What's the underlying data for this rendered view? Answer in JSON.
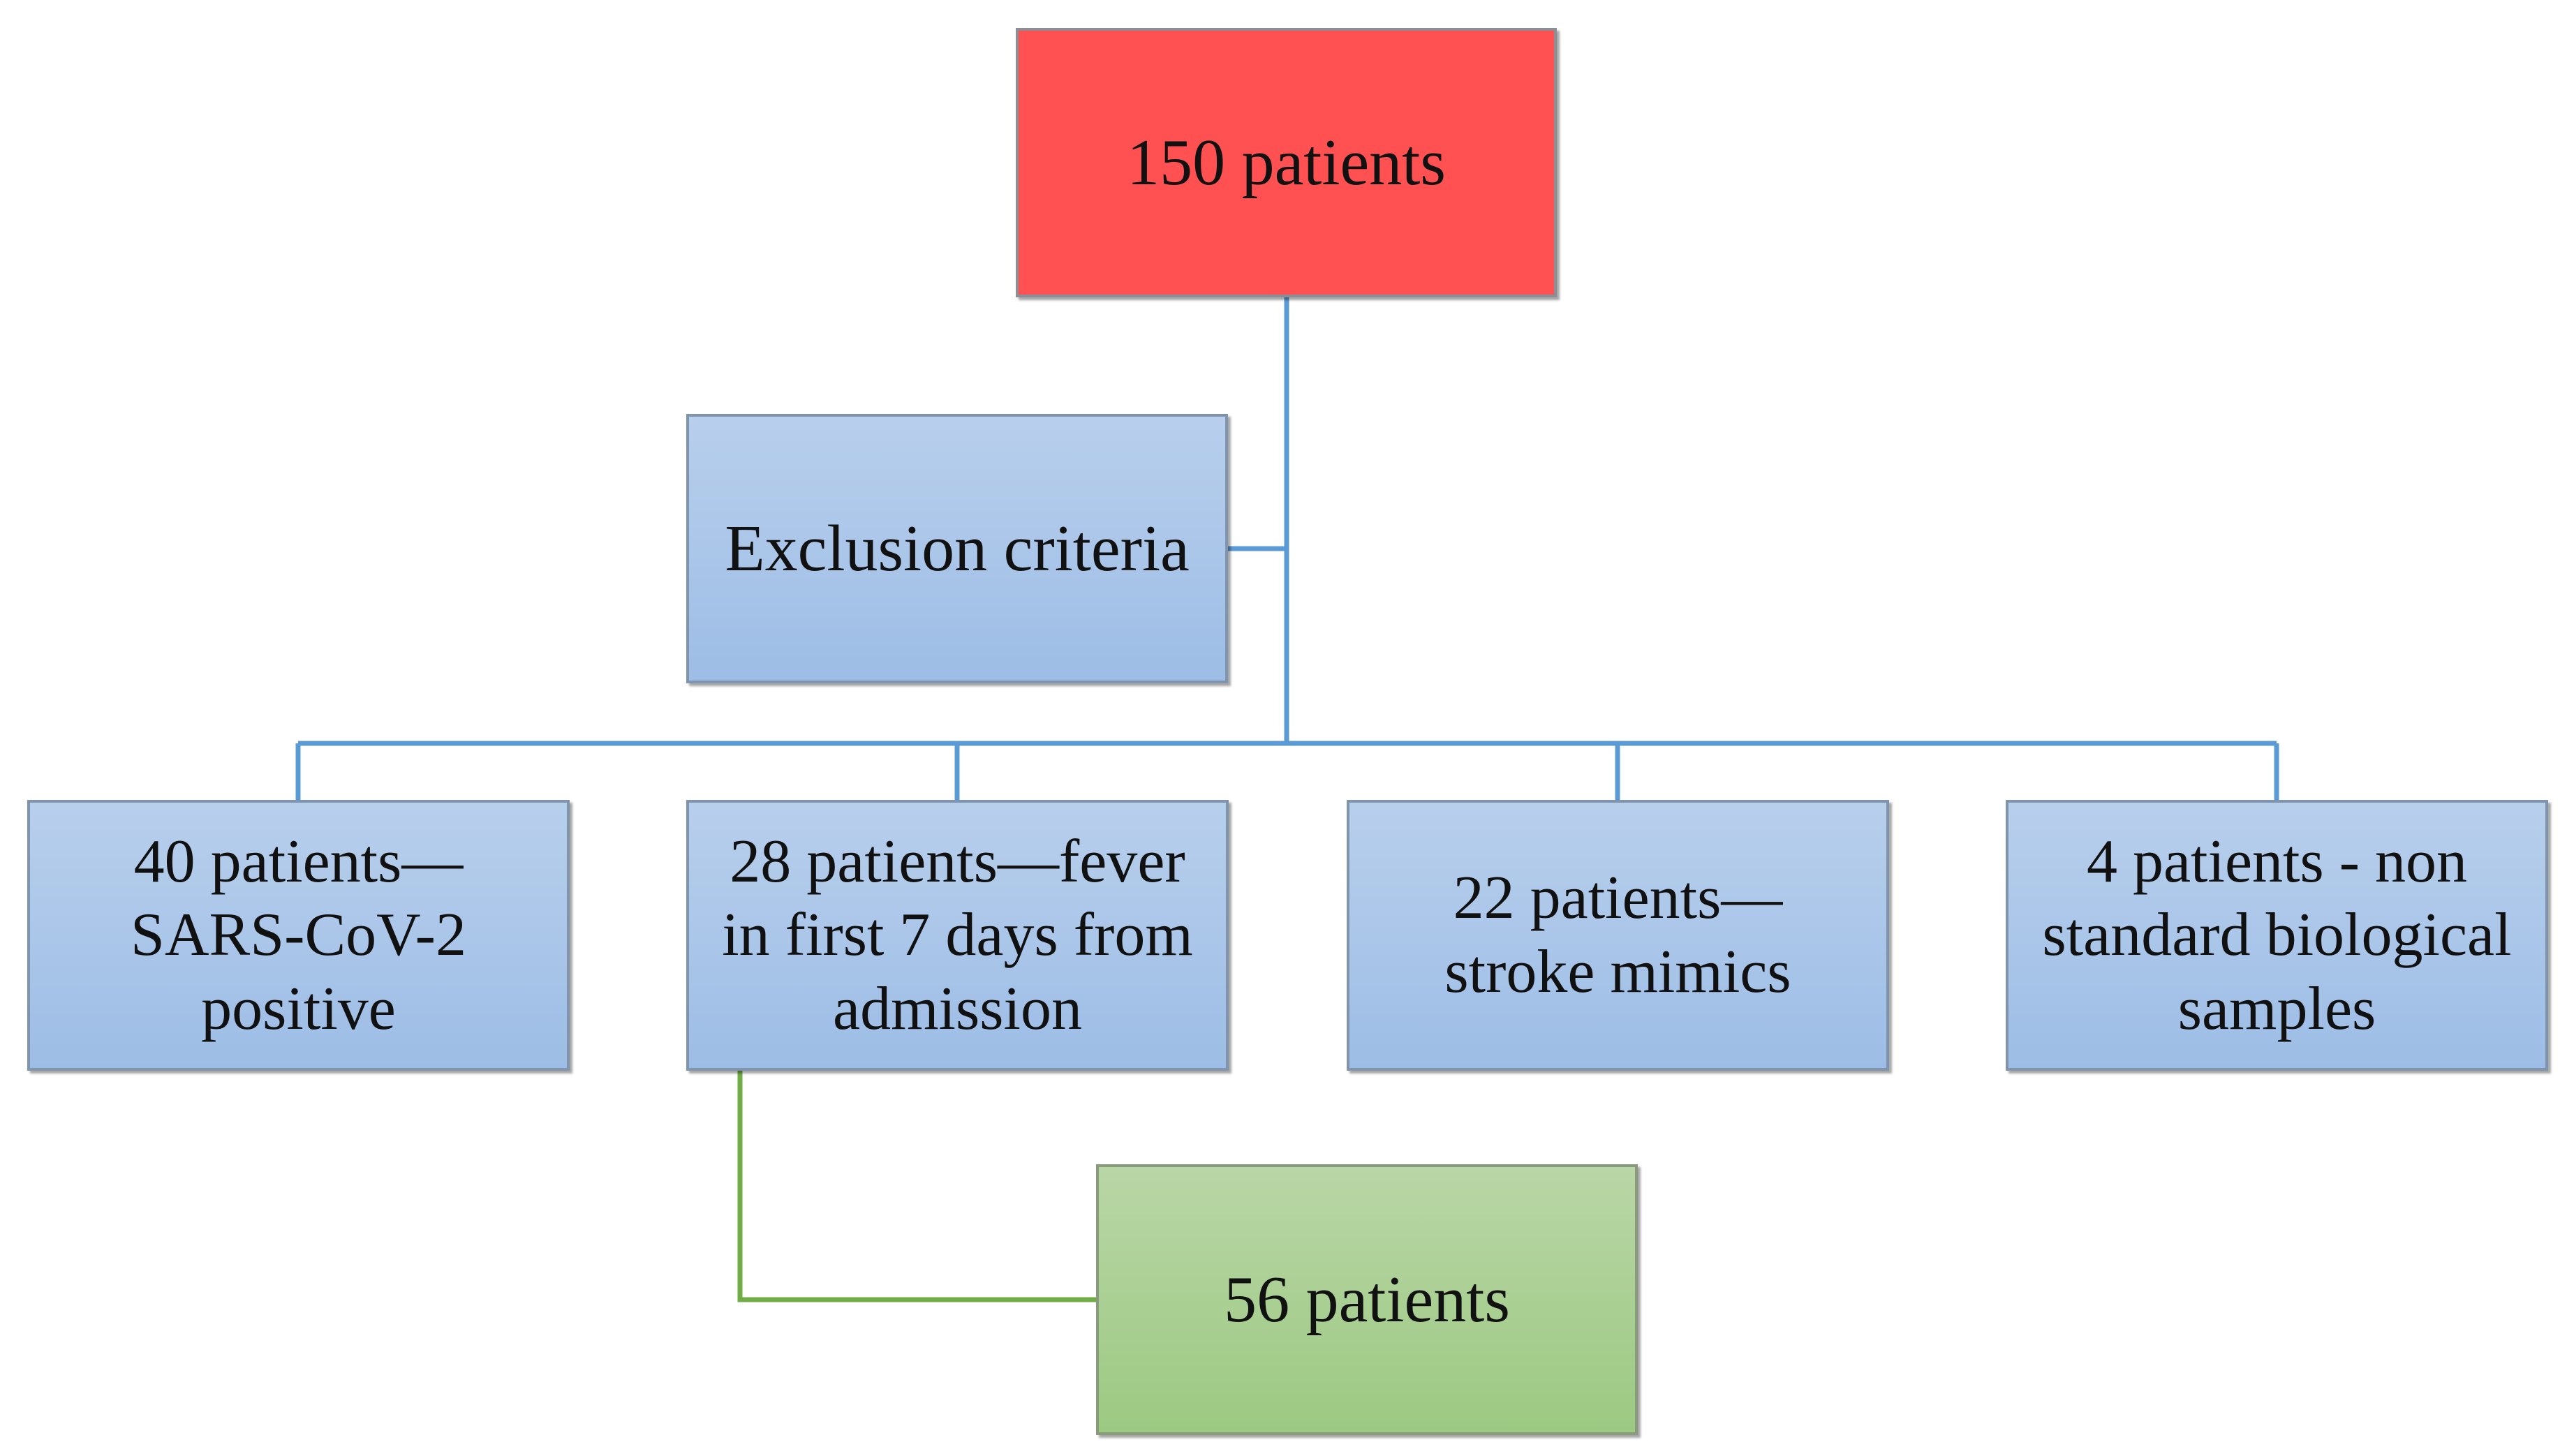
{
  "diagram": {
    "colors": {
      "top_fill": "#ff5151",
      "blue_fill": "#a9c6ea",
      "green_fill": "#a9cf8f",
      "blue_connector": "#5b9bd5",
      "green_connector": "#70ad47"
    },
    "top_node": {
      "lines": [
        "150 patients"
      ]
    },
    "exclusion_node": {
      "lines": [
        "Exclusion criteria"
      ]
    },
    "excluded": [
      {
        "lines": [
          "40 patients—",
          "SARS-CoV-2",
          "positive"
        ]
      },
      {
        "lines": [
          "28 patients—fever",
          "in first 7 days from",
          "admission"
        ]
      },
      {
        "lines": [
          "22 patients—",
          "stroke mimics"
        ]
      },
      {
        "lines": [
          "4 patients - non",
          "standard biological",
          "samples"
        ]
      }
    ],
    "final_node": {
      "lines": [
        "56 patients"
      ]
    }
  }
}
